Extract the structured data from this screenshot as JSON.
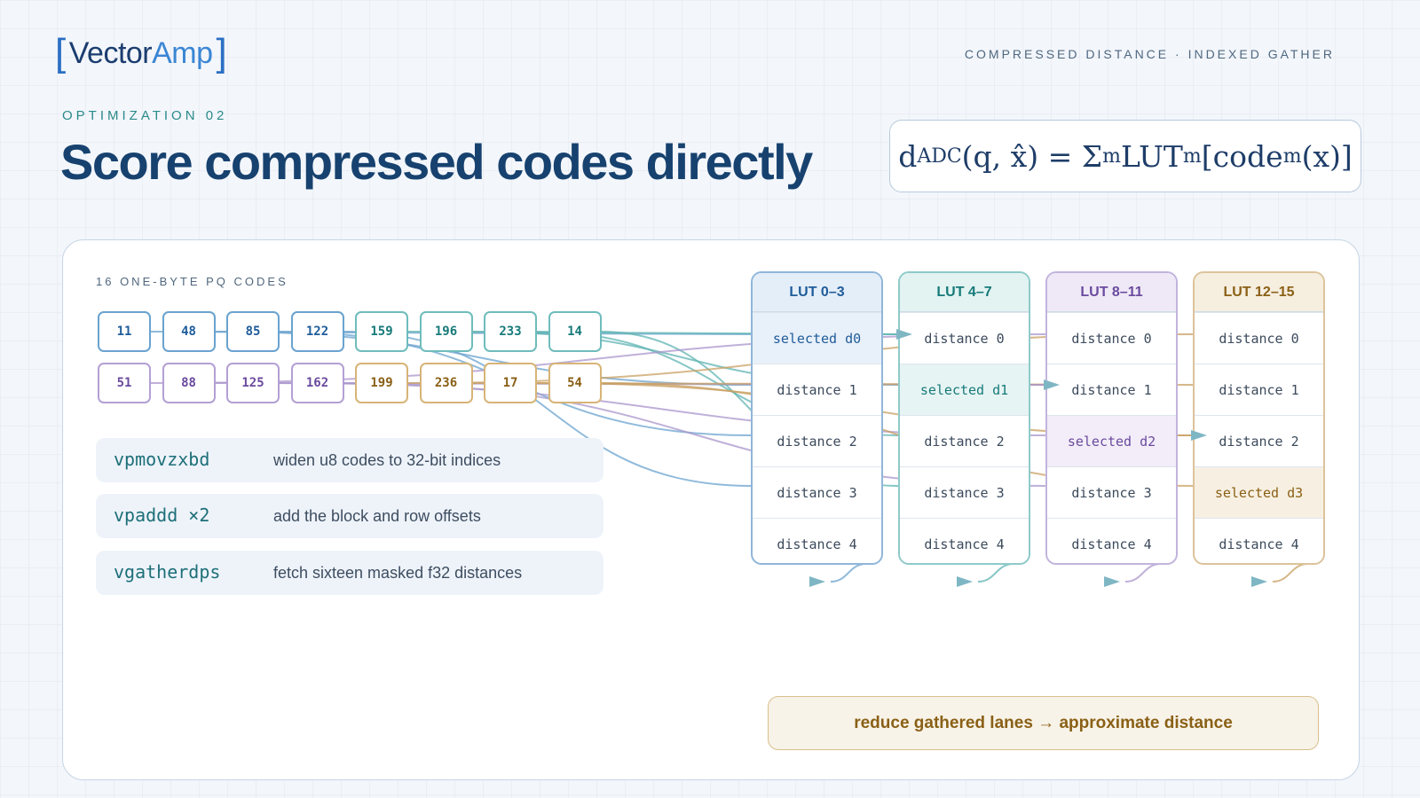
{
  "brand": {
    "bracket_open": "[",
    "name_part1": "Vector",
    "name_part2": "Amp",
    "bracket_close": "]"
  },
  "header_tag": "COMPRESSED DISTANCE · INDEXED GATHER",
  "eyebrow": "OPTIMIZATION 02",
  "title": "Score compressed codes directly",
  "formula": {
    "d": "d",
    "adc": "ADC",
    "args": "(q, x̂) = Σ",
    "m1": "m",
    "lut": " LUT",
    "m2": "m",
    "code": "[code",
    "m3": "m",
    "tail": "(x)]"
  },
  "codes_label": "16 ONE-BYTE PQ CODES",
  "codes": [
    {
      "value": "11",
      "group": 0
    },
    {
      "value": "48",
      "group": 0
    },
    {
      "value": "85",
      "group": 0
    },
    {
      "value": "122",
      "group": 0
    },
    {
      "value": "159",
      "group": 1
    },
    {
      "value": "196",
      "group": 1
    },
    {
      "value": "233",
      "group": 1
    },
    {
      "value": "14",
      "group": 1
    },
    {
      "value": "51",
      "group": 2
    },
    {
      "value": "88",
      "group": 2
    },
    {
      "value": "125",
      "group": 2
    },
    {
      "value": "162",
      "group": 2
    },
    {
      "value": "199",
      "group": 3
    },
    {
      "value": "236",
      "group": 3
    },
    {
      "value": "17",
      "group": 3
    },
    {
      "value": "54",
      "group": 3
    }
  ],
  "instructions": [
    {
      "op": "vpmovzxbd",
      "desc": "widen u8 codes to 32-bit indices"
    },
    {
      "op": "vpaddd ×2",
      "desc": "add the block and row offsets"
    },
    {
      "op": "vgatherdps",
      "desc": "fetch sixteen masked f32 distances"
    }
  ],
  "luts": [
    {
      "title": "LUT 0–3",
      "selected_row": 0,
      "cells": [
        "selected d0",
        "distance 1",
        "distance 2",
        "distance 3",
        "distance 4"
      ]
    },
    {
      "title": "LUT 4–7",
      "selected_row": 1,
      "cells": [
        "distance 0",
        "selected d1",
        "distance 2",
        "distance 3",
        "distance 4"
      ]
    },
    {
      "title": "LUT 8–11",
      "selected_row": 2,
      "cells": [
        "distance 0",
        "distance 1",
        "selected d2",
        "distance 3",
        "distance 4"
      ]
    },
    {
      "title": "LUT 12–15",
      "selected_row": 3,
      "cells": [
        "distance 0",
        "distance 1",
        "distance 2",
        "selected d3",
        "distance 4"
      ]
    }
  ],
  "reduce_label": "reduce gathered lanes → approximate distance",
  "colors": {
    "lut0": "#6aa3cf",
    "lut1": "#5fb3b3",
    "lut2": "#a996cc",
    "lut3": "#c9a063",
    "arrow": "#7fb6c4",
    "title": "#17426f"
  }
}
